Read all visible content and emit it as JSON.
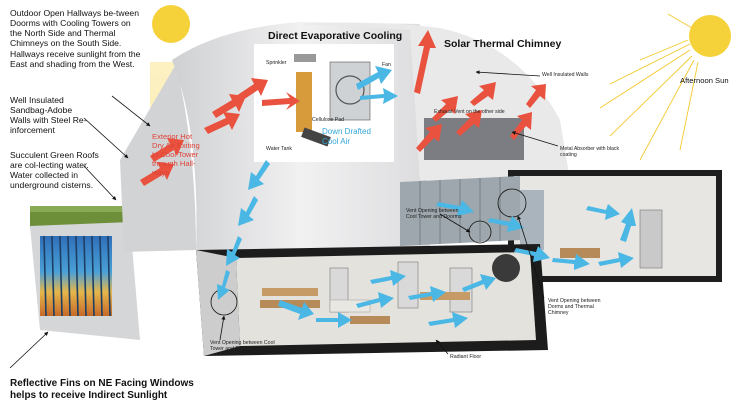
{
  "labels": {
    "hallways": "Outdoor Open Hallways be-tween Doorms with Cooling Towers on the North Side and Thermal Chimneys on the South Side. Hallways receive sunlight from the East and shading from the West.",
    "walls": "Well Insulated Sandbag-Adobe Walls with Steel Re-inforcement",
    "roofs": "Succulent Green Roofs are col-lecting water. Water collected in underground cisterns.",
    "fins": "Reflective Fins on NE Facing Windows helps to receive Indirect Sunlight",
    "exterior_air": "Exterior Hot Dry Air Exiting to Cool Tower through Hall-ways",
    "evap_title": "Direct Evaporative Cooling",
    "sprinkler": "Sprinkler",
    "fan": "Fan",
    "cellulose": "Cellulose Pad",
    "water_tank": "Water Tank",
    "down_drafted": "Down Drafted Cool Air",
    "chimney_title": "Solar Thermal Chimney",
    "well_insulated_walls": "Well Insulated Walls",
    "afternoon_sun": "Afternoon Sun",
    "exhaust_vent": "Exhaust Vent on the other side",
    "metal_absorber": "Metal Absorber with black coating",
    "vent_opening_top": "Vent Opening between Cool Tower and Doorms",
    "vent_opening_bottom": "Vent Opening between Cool Tower and Doorms",
    "vent_opening_right": "Vent Opening between Dorms and Thermal Chimney",
    "radiant_floor": "Radiant Floor"
  },
  "colors": {
    "sun": "#f6d23a",
    "hot_air": "#e8523e",
    "cool_air": "#4bb7e4",
    "green_roof": "#6e8f3a",
    "fins": "#3b86c4"
  }
}
